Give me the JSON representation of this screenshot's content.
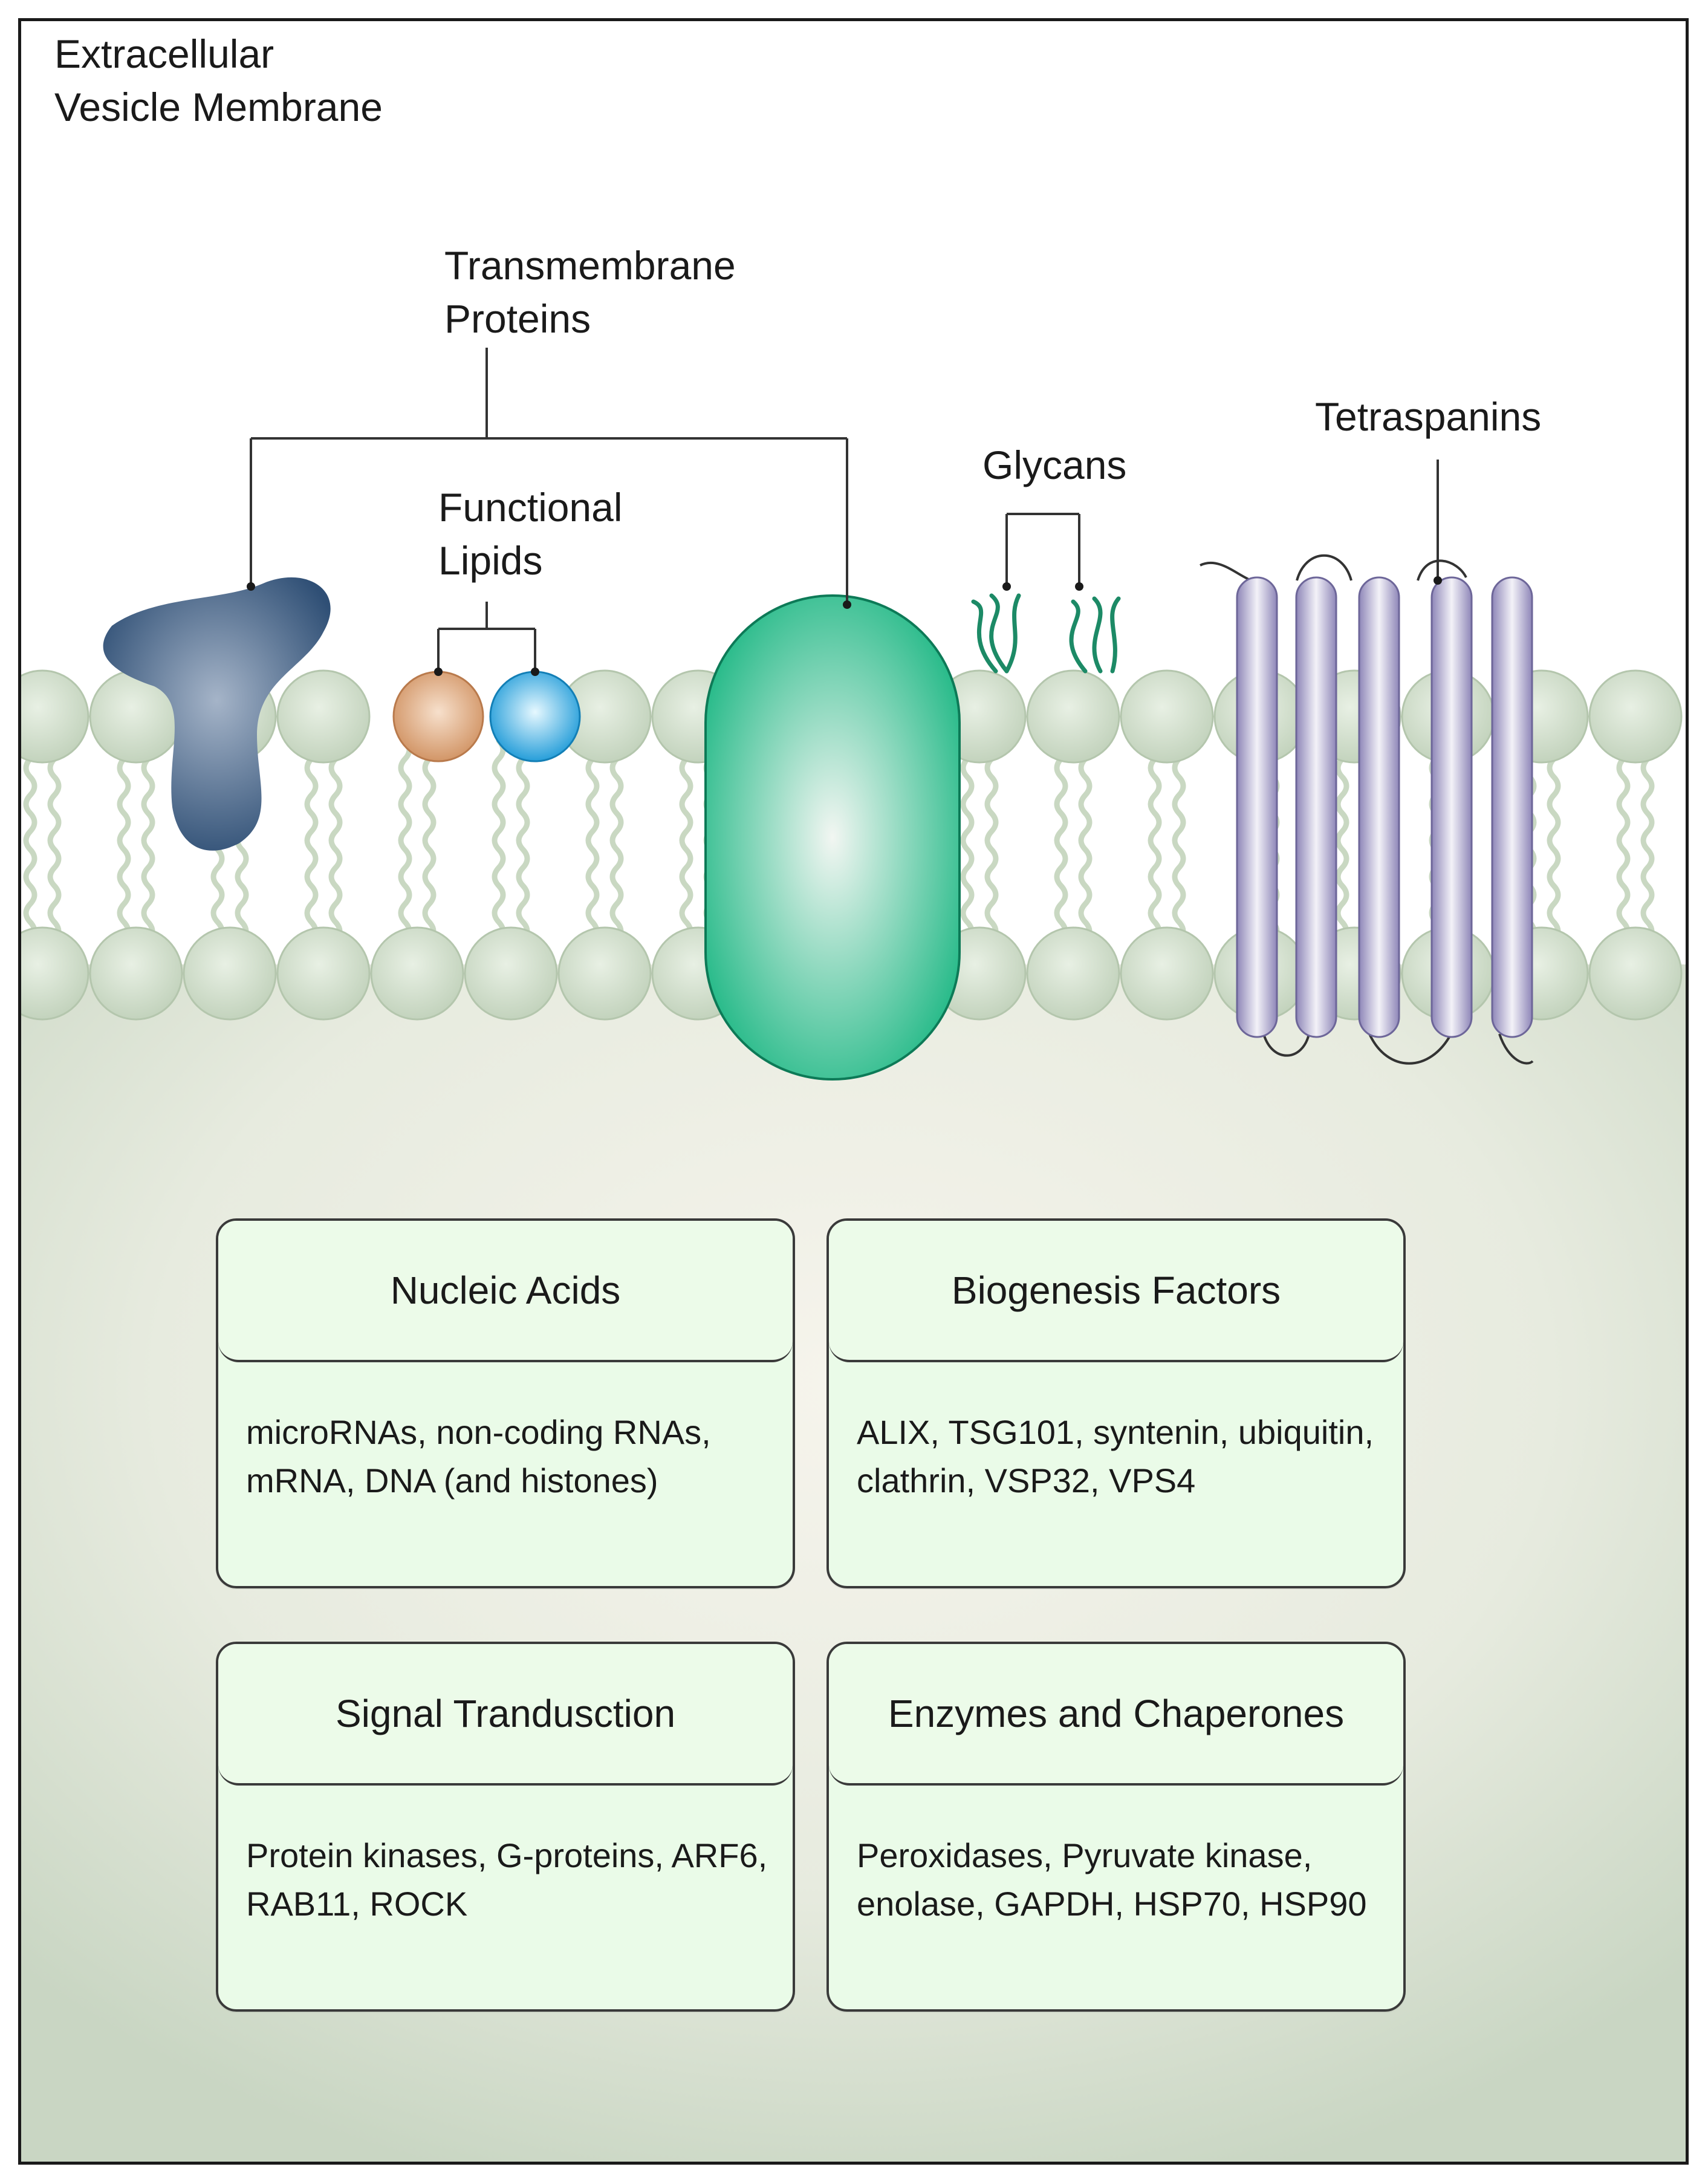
{
  "labels": {
    "membrane": "Extracellular\nVesicle Membrane",
    "transmembrane": "Transmembrane\nProteins",
    "functional_lipids": "Functional\nLipids",
    "glycans": "Glycans",
    "tetraspanins": "Tetraspanins"
  },
  "cards": [
    {
      "title": "Nucleic Acids",
      "text": "microRNAs, non-coding RNAs, mRNA, DNA (and histones)"
    },
    {
      "title": "Biogenesis Factors",
      "text": "ALIX, TSG101, syntenin, ubiquitin, clathrin, VSP32, VPS4"
    },
    {
      "title": "Signal Trandusction",
      "text": "Protein kinases, G-proteins, ARF6, RAB11, ROCK"
    },
    {
      "title": "Enzymes and Chaperones",
      "text": "Peroxidases, Pyruvate kinase, enolase, GAPDH, HSP70, HSP90"
    }
  ],
  "colors": {
    "lipid_head": "#d3e2cf",
    "cytoplasm": "#d8e2d2",
    "card_fill": "#eafbe8",
    "protein_blue": "#2f4f75",
    "protein_green": "#1fb885",
    "lipid_orange": "#d9a074",
    "lipid_cyan": "#1ea2e0",
    "glycan": "#1c8a66",
    "tetraspanin": "#8e86b8"
  }
}
